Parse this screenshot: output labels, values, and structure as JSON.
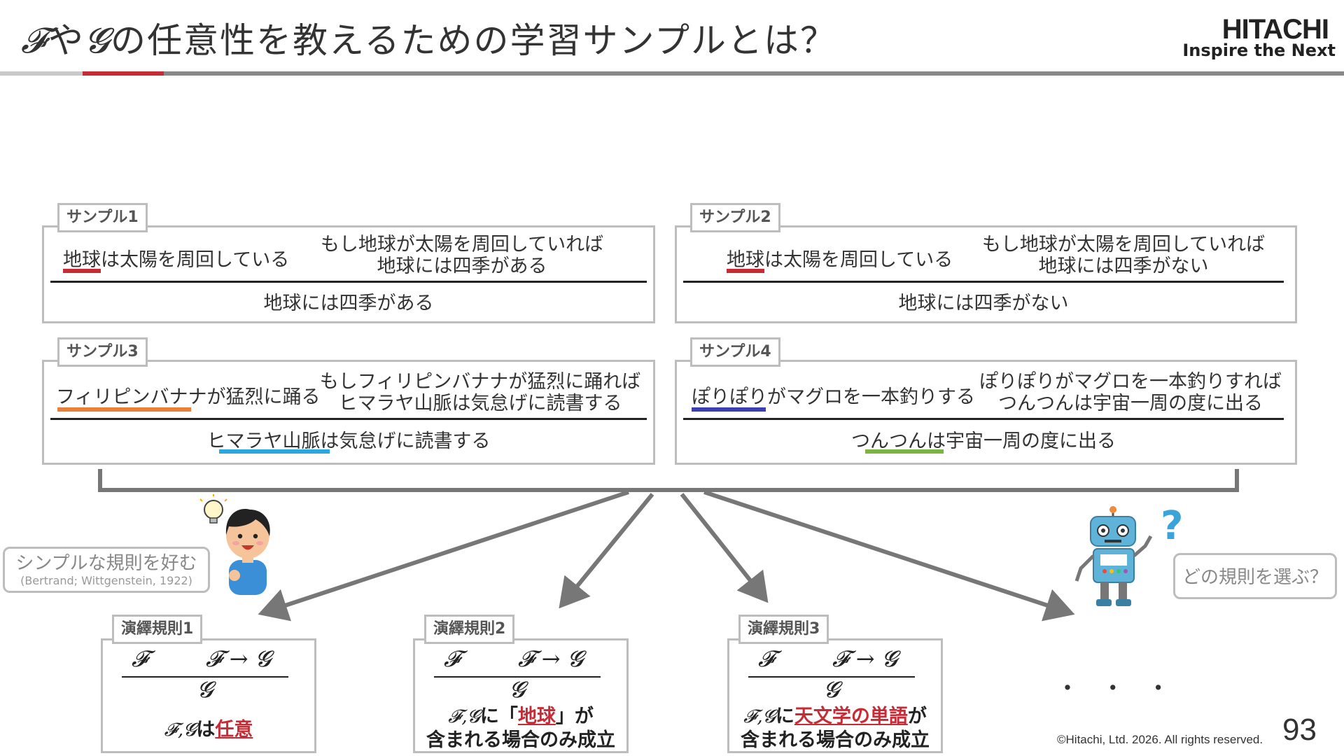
{
  "header": {
    "title_sym1": "𝓕",
    "title_mid": "や",
    "title_sym2": "𝓖",
    "title_rest": "の任意性を教えるための学習サンプルとは？",
    "logo_main": "HITACHI",
    "logo_sub": "Inspire the Next"
  },
  "samples": [
    {
      "tab": "サンプル1",
      "premise": "地球は太陽を周回している",
      "cond_line1": "もし地球が太陽を周回していれば",
      "cond_line2": "地球には四季がある",
      "conclusion": "地球には四季がある",
      "premise_color": "#c72c36",
      "conclusion_color": ""
    },
    {
      "tab": "サンプル2",
      "premise": "地球は太陽を周回している",
      "cond_line1": "もし地球が太陽を周回していれば",
      "cond_line2": "地球には四季がない",
      "conclusion": "地球には四季がない",
      "premise_color": "#c72c36",
      "conclusion_color": ""
    },
    {
      "tab": "サンプル3",
      "premise": "フィリピンバナナが猛烈に踊る",
      "cond_line1": "もしフィリピンバナナが猛烈に踊れば",
      "cond_line2": "ヒマラヤ山脈は気怠げに読書する",
      "conclusion": "ヒマラヤ山脈は気怠げに読書する",
      "premise_color": "#e8803a",
      "conclusion_color": "#29a8e0"
    },
    {
      "tab": "サンプル4",
      "premise": "ぽりぽりがマグロを一本釣りする",
      "cond_line1": "ぽりぽりがマグロを一本釣りすれば",
      "cond_line2": "つんつんは宇宙一周の度に出る",
      "conclusion": "つんつんは宇宙一周の度に出る",
      "premise_color": "#3b3fb0",
      "conclusion_color": "#7cb342"
    }
  ],
  "human_bubble": {
    "text": "シンプルな規則を好む",
    "citation": "(Bertrand; Wittgenstein, 1922)"
  },
  "robot_bubble": {
    "text": "どの規則を選ぶ？"
  },
  "rules": [
    {
      "tab": "演繹規則1",
      "premise_a": "𝓕",
      "premise_b": "𝓕 → 𝓖",
      "conclusion": "𝓖",
      "cond_math": "𝓕,𝓖",
      "cond_pre": "は",
      "cond_red": "任意",
      "cond_post": "",
      "cond_line2": ""
    },
    {
      "tab": "演繹規則2",
      "premise_a": "𝓕",
      "premise_b": "𝓕 → 𝓖",
      "conclusion": "𝓖",
      "cond_math": "𝓕,𝓖",
      "cond_pre": "に「",
      "cond_red": "地球",
      "cond_post": "」が",
      "cond_line2": "含まれる場合のみ成立"
    },
    {
      "tab": "演繹規則3",
      "premise_a": "𝓕",
      "premise_b": "𝓕 → 𝓖",
      "conclusion": "𝓖",
      "cond_math": "𝓕,𝓖",
      "cond_pre": "に",
      "cond_red": "天文学の単語",
      "cond_post": "が",
      "cond_line2": "含まれる場合のみ成立"
    }
  ],
  "ellipsis": "・ ・ ・",
  "footer": {
    "copyright": "©Hitachi, Ltd. 2026. All rights reserved.",
    "page": "93"
  },
  "colors": {
    "accent_red": "#c72c36",
    "border_gray": "#bdbdbd",
    "arrow_gray": "#777777"
  }
}
